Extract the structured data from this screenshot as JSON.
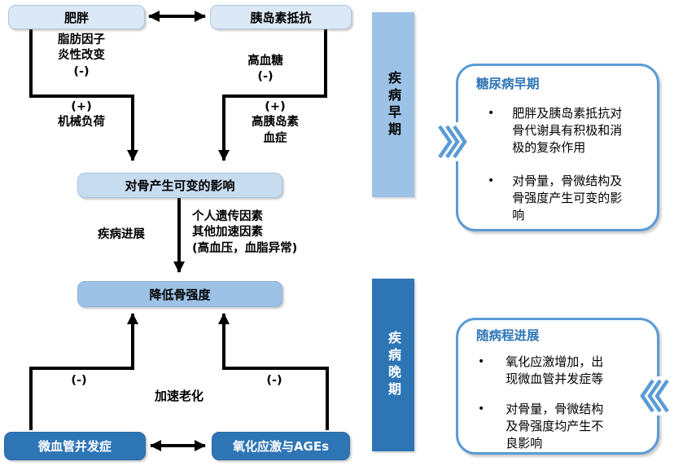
{
  "colors": {
    "light_box": "#dbe8f5",
    "variable_box": "#c8dcf0",
    "medium_box": "#9cc2e5",
    "dark_box": "#2e75b6",
    "panel_border": "#5b9bd5",
    "panel_title": "#2e75b6",
    "arrow": "#000000"
  },
  "bullet_char": "•",
  "flowchart": {
    "obesity": "肥胖",
    "insulin_resistance": "胰岛素抵抗",
    "adipokine_label": "脂肪因子\n炎性改变\n(-)",
    "hyperglycemia_label": "高血糖\n(-)",
    "mechanical_load_label": "(+)\n机械负荷",
    "hyperinsulinemia_label": "(+)\n高胰岛素\n血症",
    "variable_effect": "对骨产生可变的影响",
    "progression_label": "疾病进展",
    "accelerating_factors_label": "个人遗传因素\n其他加速因素\n(高血压，血脂异常)",
    "reduced_bone_strength": "降低骨强度",
    "minus_left": "(-)",
    "minus_right": "(-)",
    "accelerated_aging_label": "加速老化",
    "microvascular_complications": "微血管并发症",
    "oxidative_stress_ages": "氧化应激与AGEs"
  },
  "stages": {
    "early": "疾病早期",
    "late": "疾病晚期"
  },
  "panels": {
    "early": {
      "title": "糖尿病早期",
      "bullets": [
        "肥胖及胰岛素抵抗对\n骨代谢具有积极和消\n极的复杂作用",
        "对骨量，骨微结构及\n骨强度产生可变的影\n响"
      ]
    },
    "late": {
      "title": "随病程进展",
      "bullets": [
        "氧化应激增加，出\n现微血管并发症等",
        "对骨量，骨微结构\n及骨强度均产生不\n良影响"
      ]
    }
  }
}
